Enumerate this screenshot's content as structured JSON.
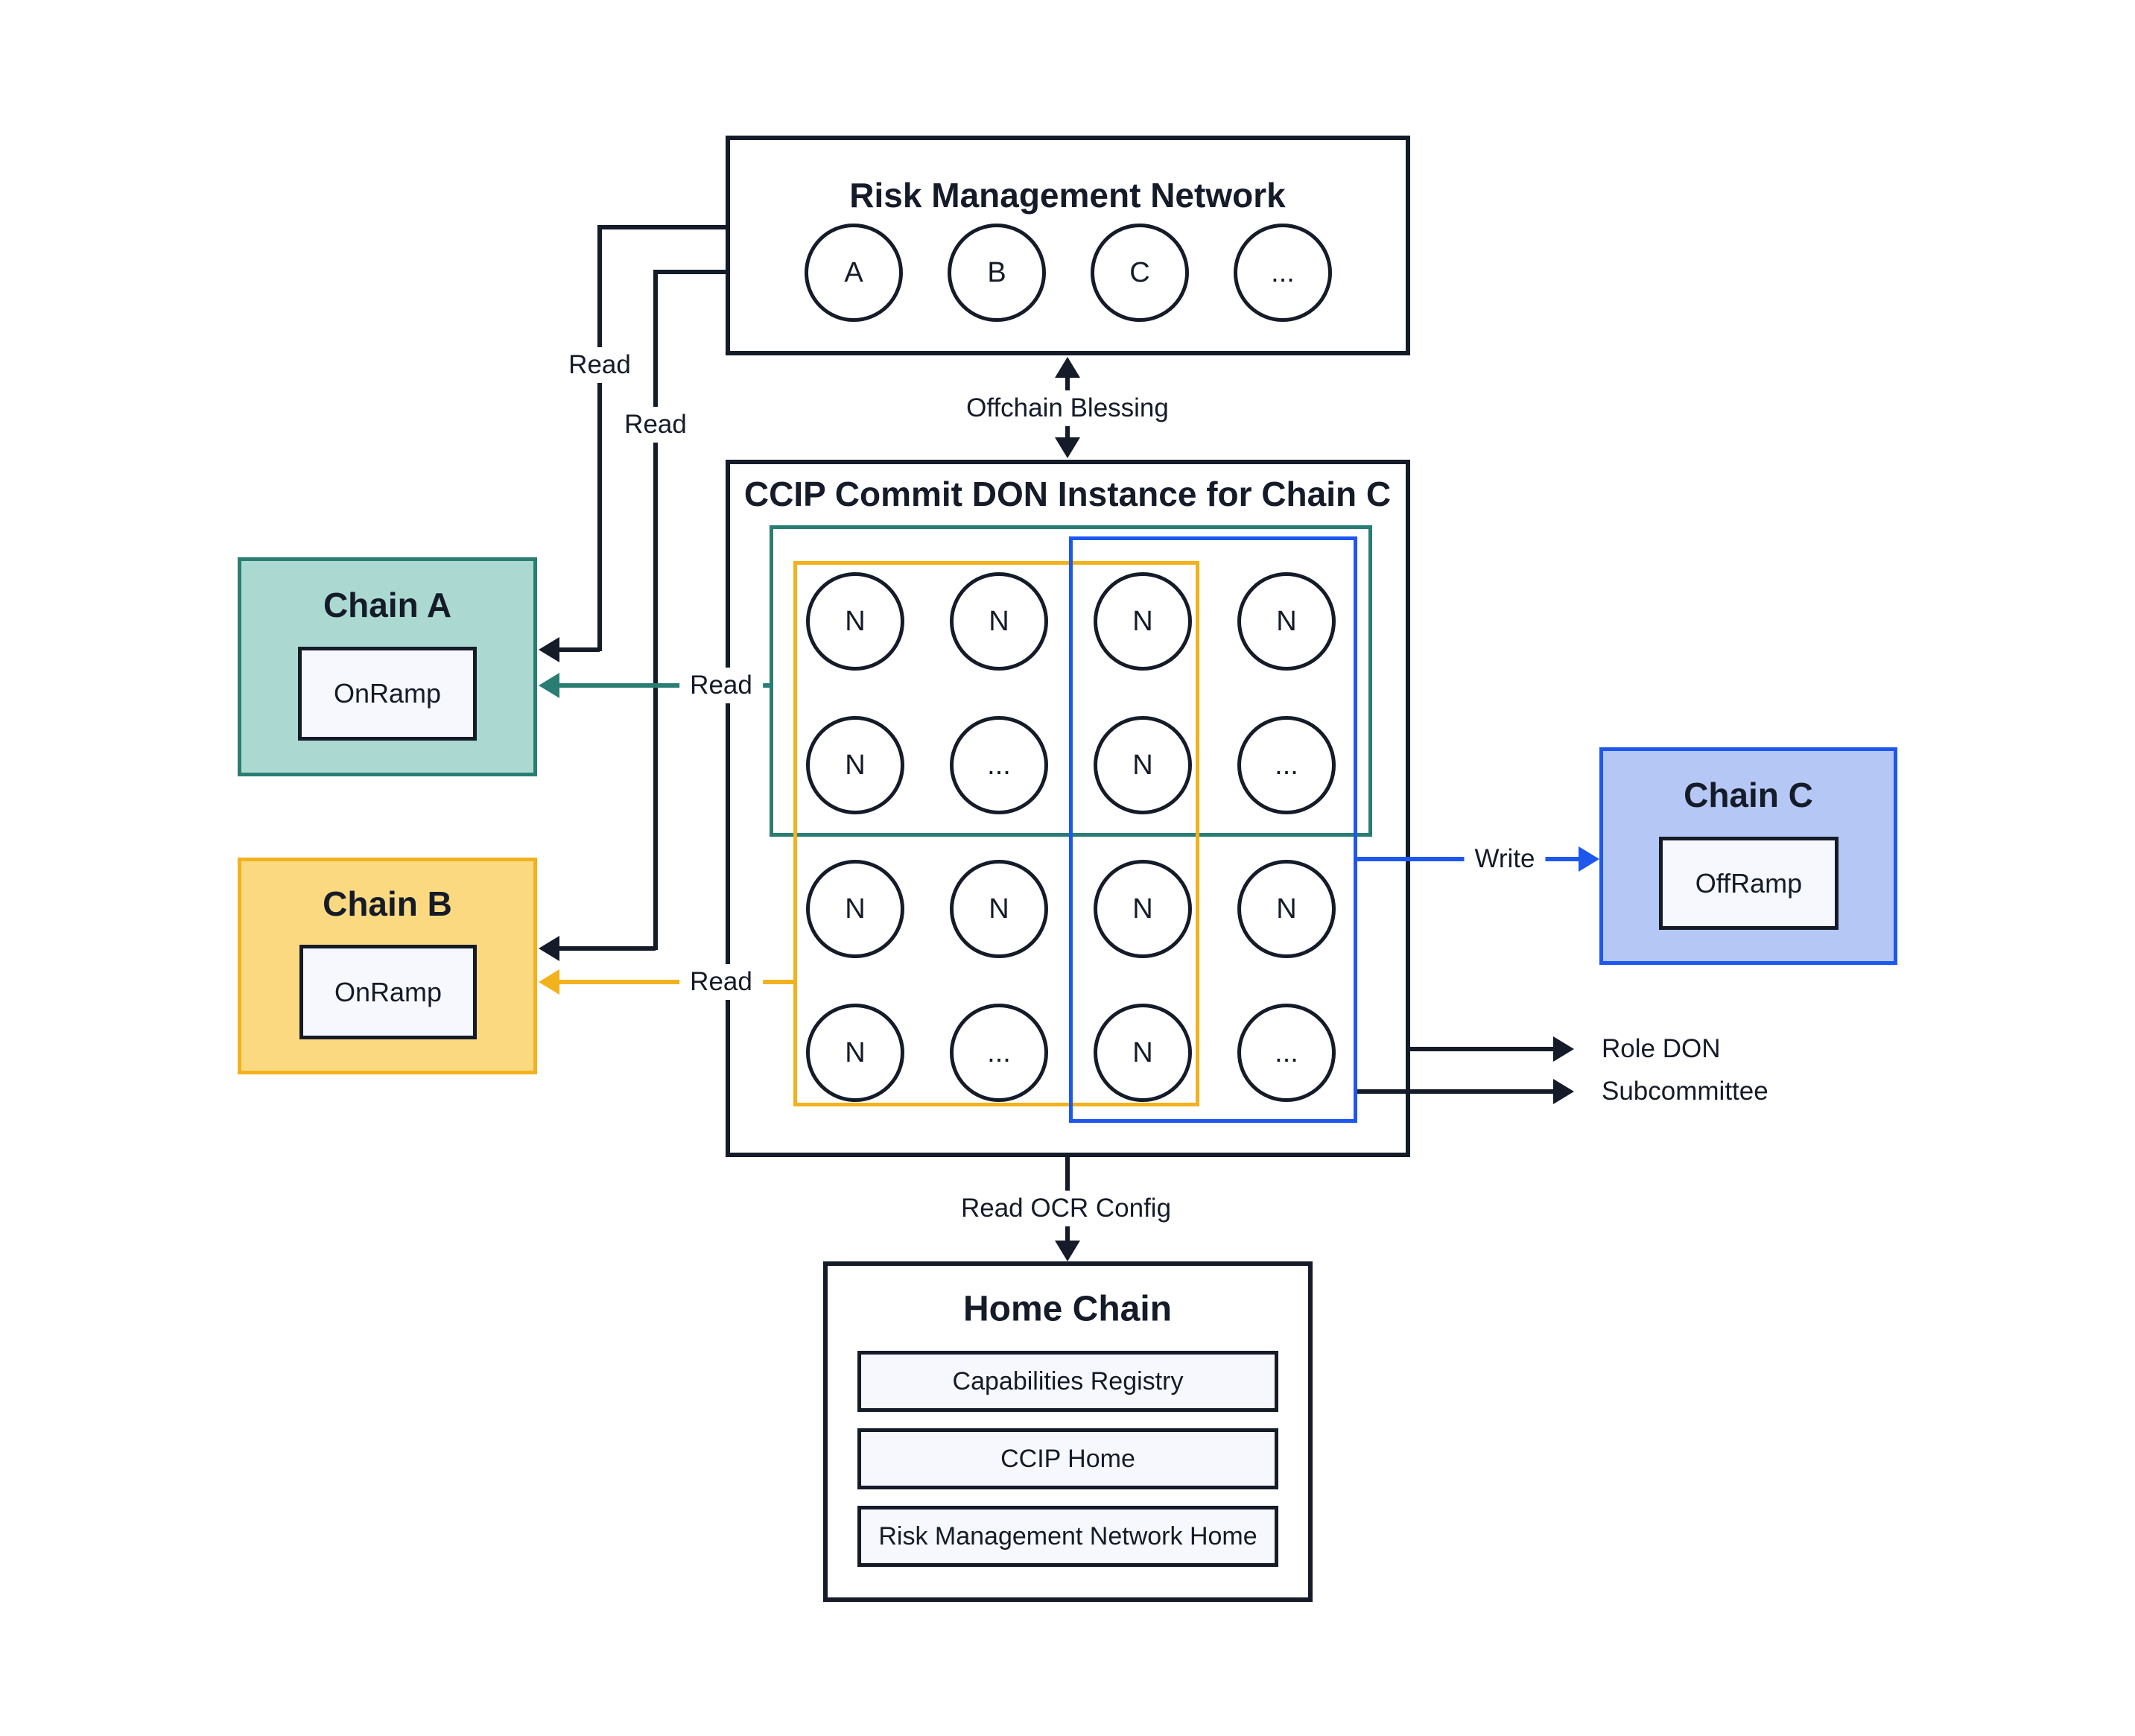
{
  "colors": {
    "ink": "#151b28",
    "teal": "#2a7d72",
    "teal_fill": "#abd9d1",
    "yellow": "#f2b21d",
    "yellow_fill": "#fbd981",
    "blue": "#1d57ee",
    "blue_fill": "#b5c7f4",
    "contract_fill": "#f7f8fd"
  },
  "rmn": {
    "title": "Risk Management Network",
    "nodes": [
      "A",
      "B",
      "C",
      "..."
    ]
  },
  "don": {
    "title": "CCIP Commit DON Instance for Chain C",
    "grid": [
      [
        "N",
        "N",
        "N",
        "N"
      ],
      [
        "N",
        "...",
        "N",
        "..."
      ],
      [
        "N",
        "N",
        "N",
        "N"
      ],
      [
        "N",
        "...",
        "N",
        "..."
      ]
    ]
  },
  "chain_a": {
    "title": "Chain A",
    "contract": "OnRamp"
  },
  "chain_b": {
    "title": "Chain B",
    "contract": "OnRamp"
  },
  "chain_c": {
    "title": "Chain C",
    "contract": "OffRamp"
  },
  "home_chain": {
    "title": "Home Chain",
    "contracts": [
      "Capabilities Registry",
      "CCIP Home",
      "Risk Management Network Home"
    ]
  },
  "labels": {
    "offchain_blessing": "Offchain Blessing",
    "read_rmn_a": "Read",
    "read_rmn_b": "Read",
    "read_don_a": "Read",
    "read_don_b": "Read",
    "write": "Write",
    "read_ocr_config": "Read OCR Config",
    "role_don": "Role DON",
    "subcommittee": "Subcommittee"
  }
}
